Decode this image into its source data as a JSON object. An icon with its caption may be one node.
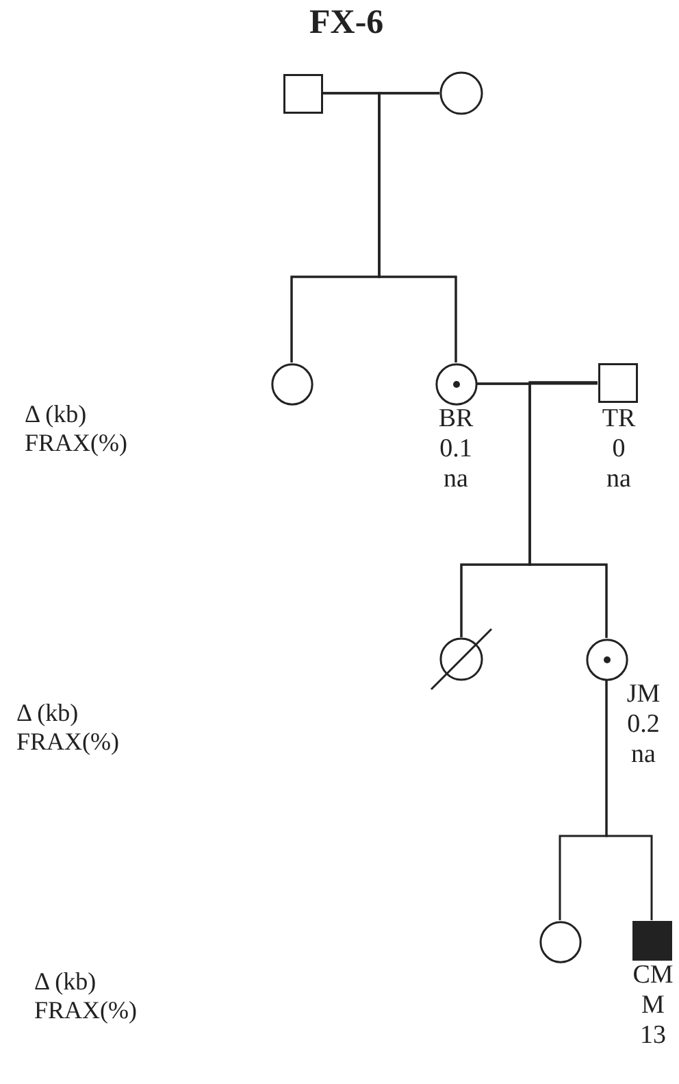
{
  "diagram": {
    "title": "FX-6",
    "nodes": [
      {
        "text": [],
        "shape": "box"
      },
      {
        "text": [],
        "shape": "circle"
      },
      {
        "text": [],
        "shape": "circle"
      },
      {
        "text": [],
        "shape": "dotted-circle",
        "beside": [
          "BR",
          "0.1",
          "na"
        ]
      },
      {
        "text": [],
        "shape": "box",
        "beside": [
          "TR",
          "0",
          "na"
        ]
      },
      {
        "text": [],
        "shape": "crossed-circle"
      },
      {
        "text": [],
        "shape": "dotted-circle",
        "beside": [
          "JM",
          "0.2",
          "na"
        ]
      },
      {
        "text": [],
        "shape": "circle"
      },
      {
        "text": [],
        "shape": "filled-box",
        "beside": [
          "CM",
          "M",
          "13"
        ]
      }
    ],
    "edges": [
      {
        "from": 0,
        "to": 1,
        "arrow": "none"
      },
      {
        "from": 0,
        "to": 2,
        "arrow": "none"
      },
      {
        "from": 1,
        "to": 2,
        "arrow": "none"
      },
      {
        "from": 0,
        "to": 3,
        "arrow": "none"
      },
      {
        "from": 1,
        "to": 3,
        "arrow": "none"
      },
      {
        "from": 3,
        "to": 4,
        "arrow": "none"
      },
      {
        "from": 3,
        "to": 5,
        "arrow": "none"
      },
      {
        "from": 4,
        "to": 5,
        "arrow": "none"
      },
      {
        "from": 3,
        "to": 6,
        "arrow": "none"
      },
      {
        "from": 4,
        "to": 6,
        "arrow": "none"
      },
      {
        "from": 6,
        "to": 7,
        "arrow": "none"
      },
      {
        "from": 6,
        "to": 8,
        "arrow": "none"
      }
    ],
    "labels": [
      "Δ (kb)",
      "FRAX(%)",
      "Δ (kb)",
      "FRAX(%)",
      "Δ (kb)",
      "FRAX(%)"
    ]
  }
}
